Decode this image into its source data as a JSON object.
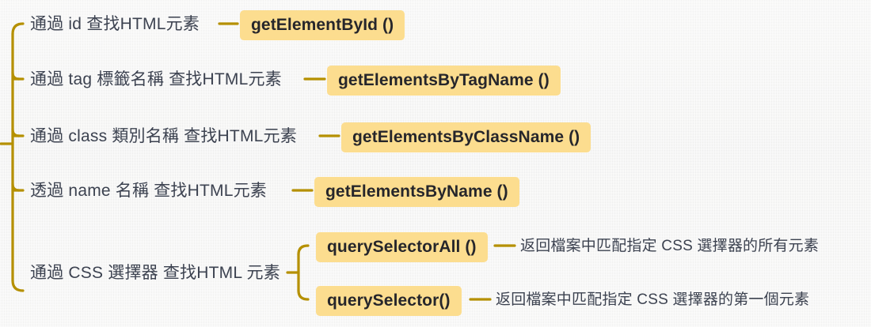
{
  "diagram": {
    "title": "JavaScript DOM element query methods",
    "colors": {
      "background": "#f4f4f3",
      "connector": "#b59000",
      "chip_fill": "#fcdd8f",
      "chip_text": "#26262b",
      "label_text": "#3c4250"
    },
    "branches": [
      {
        "id": "by-id",
        "label": "通過 id 查找HTML元素",
        "method": "getElementById ()",
        "description": null
      },
      {
        "id": "by-tag",
        "label": "通過 tag 標籤名稱 查找HTML元素",
        "method": "getElementsByTagName ()",
        "description": null
      },
      {
        "id": "by-class",
        "label": "通過 class 類別名稱 查找HTML元素",
        "method": "getElementsByClassName ()",
        "description": null
      },
      {
        "id": "by-name",
        "label": "透過 name 名稱 查找HTML元素",
        "method": "getElementsByName ()",
        "description": null
      },
      {
        "id": "by-css",
        "label": "通過 CSS 選擇器 查找HTML 元素",
        "method": null,
        "description": null,
        "children": [
          {
            "id": "query-selector-all",
            "method": "querySelectorAll ()",
            "description": "返回檔案中匹配指定 CSS 選擇器的所有元素"
          },
          {
            "id": "query-selector",
            "method": "querySelector()",
            "description": "返回檔案中匹配指定 CSS 選擇器的第一個元素"
          }
        ]
      }
    ]
  }
}
